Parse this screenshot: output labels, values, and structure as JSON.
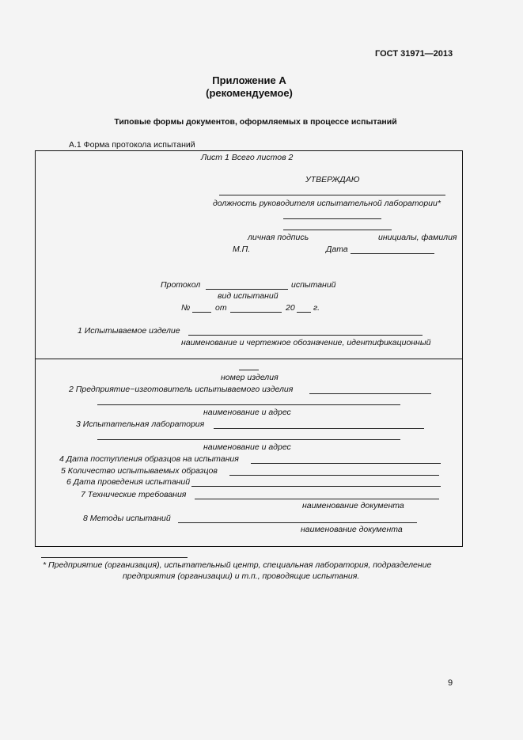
{
  "header": {
    "standard_code": "ГОСТ 31971—2013"
  },
  "appendix": {
    "title": "Приложение А",
    "subtitle": "(рекомендуемое)",
    "forms_title": "Типовые формы документов, оформляемых в процессе испытаний"
  },
  "section": {
    "label": "А.1 Форма протокола испытаний"
  },
  "form": {
    "sheet": "Лист 1  Всего листов 2",
    "approve": "УТВЕРЖДАЮ",
    "position_caption": "должность руководителя испытательной лаборатории*",
    "signature_caption": "личная подпись",
    "initials_caption": "инициалы, фамилия",
    "stamp": "М.П.",
    "date_label": "Дата",
    "protocol_label": "Протокол",
    "tests_label": "испытаний",
    "test_type_caption": "вид испытаний",
    "number_label": "№",
    "from_label": "от",
    "year_prefix": "20",
    "year_suffix": "г.",
    "item1_label": "1 Испытываемое изделие",
    "item1_caption": "наименование и чертежное обозначение, идентификационный",
    "item1_caption2": "номер изделия",
    "item2_label": "2 Предприятие−изготовитель испытываемого изделия",
    "item2_caption": "наименование и адрес",
    "item3_label": "3 Испытательная лаборатория",
    "item3_caption": "наименование и адрес",
    "item4_label": "4 Дата поступления образцов на испытания",
    "item5_label": "5 Количество испытываемых образцов",
    "item6_label": "6 Дата проведения испытаний",
    "item7_label": "7 Технические требования",
    "item7_caption": "наименование документа",
    "item8_label": "8 Методы испытаний",
    "item8_caption": "наименование документа"
  },
  "footnote": {
    "line1": "* Предприятие (организация), испытательный центр, специальная лаборатория, подразделение",
    "line2": "предприятия (организации) и т.п., проводящие испытания."
  },
  "page": {
    "number": "9"
  }
}
